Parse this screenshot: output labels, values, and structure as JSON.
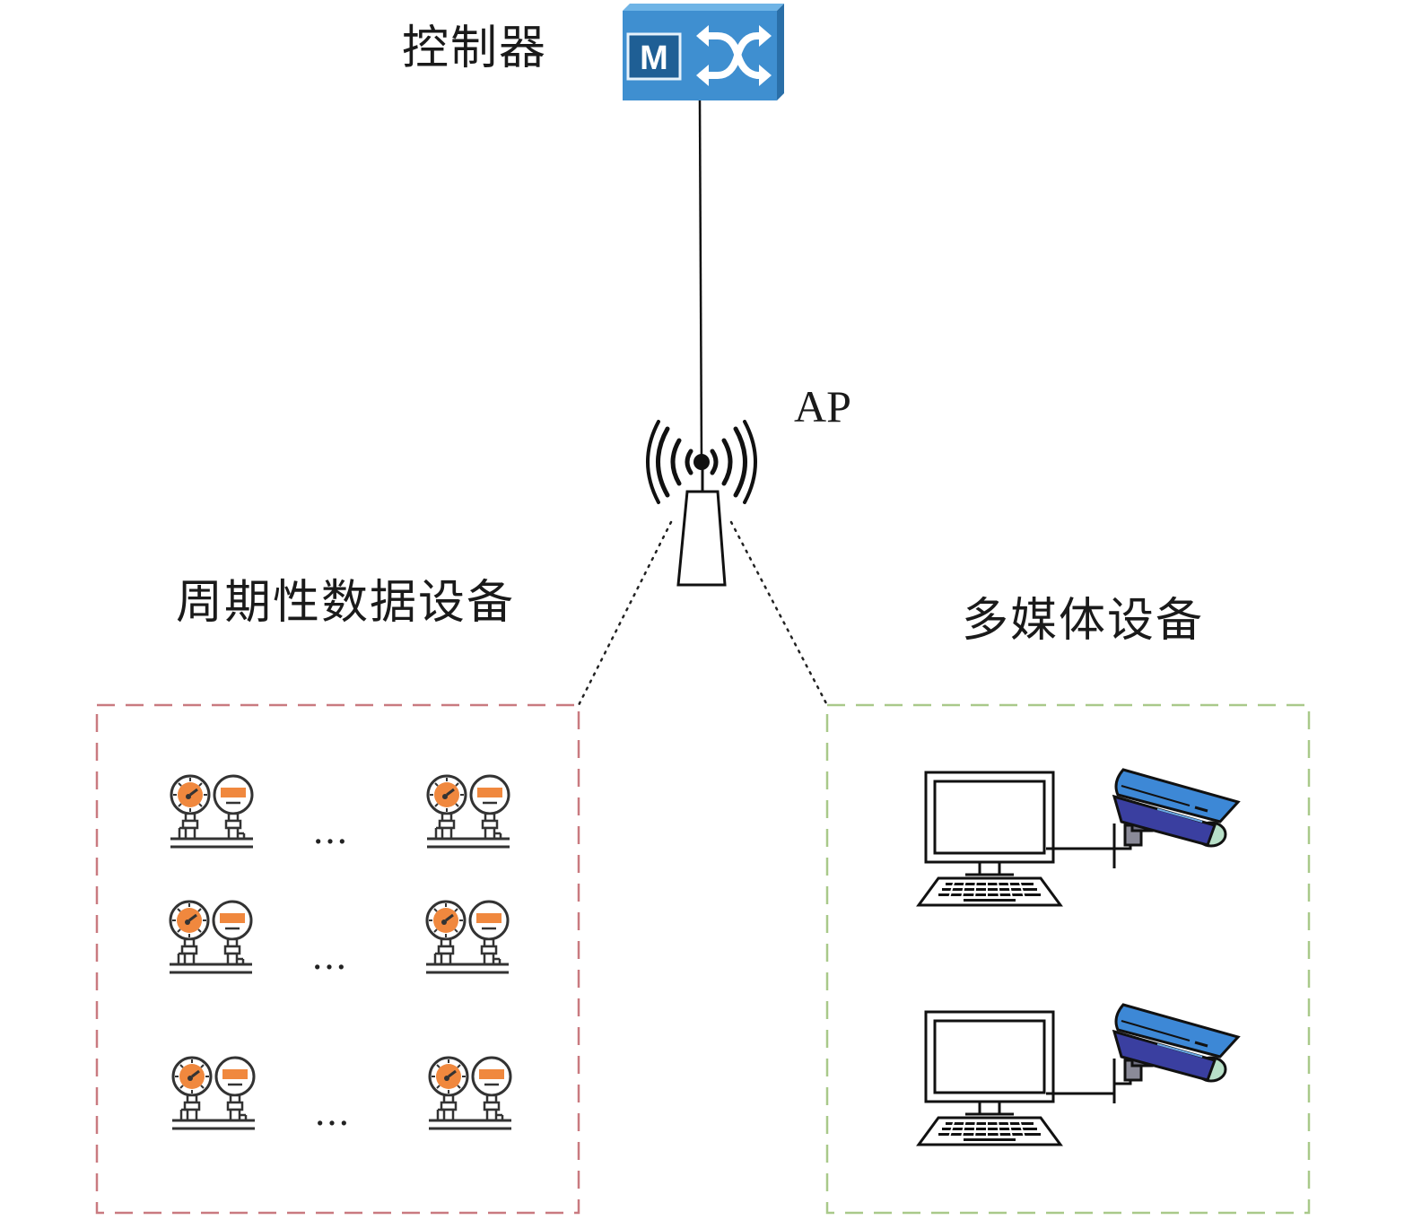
{
  "labels": {
    "controller": "控制器",
    "ap": "AP",
    "periodic_group": "周期性数据设备",
    "multimedia_group": "多媒体设备"
  },
  "controller_badge": "M",
  "ellipsis": "…",
  "periodic_rows": [
    {
      "row": 1
    },
    {
      "row": 2
    },
    {
      "row": 3
    }
  ],
  "multimedia_rows": [
    {
      "row": 1
    },
    {
      "row": 2
    }
  ],
  "icons": {
    "controller": "switch-icon",
    "ap": "wireless-antenna-icon",
    "meter": "pressure-meter-icon",
    "computer": "desktop-computer-icon",
    "camera": "security-camera-icon"
  },
  "colors": {
    "switch_blue": "#3f8fd0",
    "switch_dark": "#2a6fa8",
    "meter_orange": "#f0883e",
    "periodic_border": "#c97a80",
    "multimedia_border": "#a9c98a",
    "camera_blue": "#3d88d6",
    "camera_dark": "#3a3fa0",
    "lens_green": "#b8e0c8"
  }
}
